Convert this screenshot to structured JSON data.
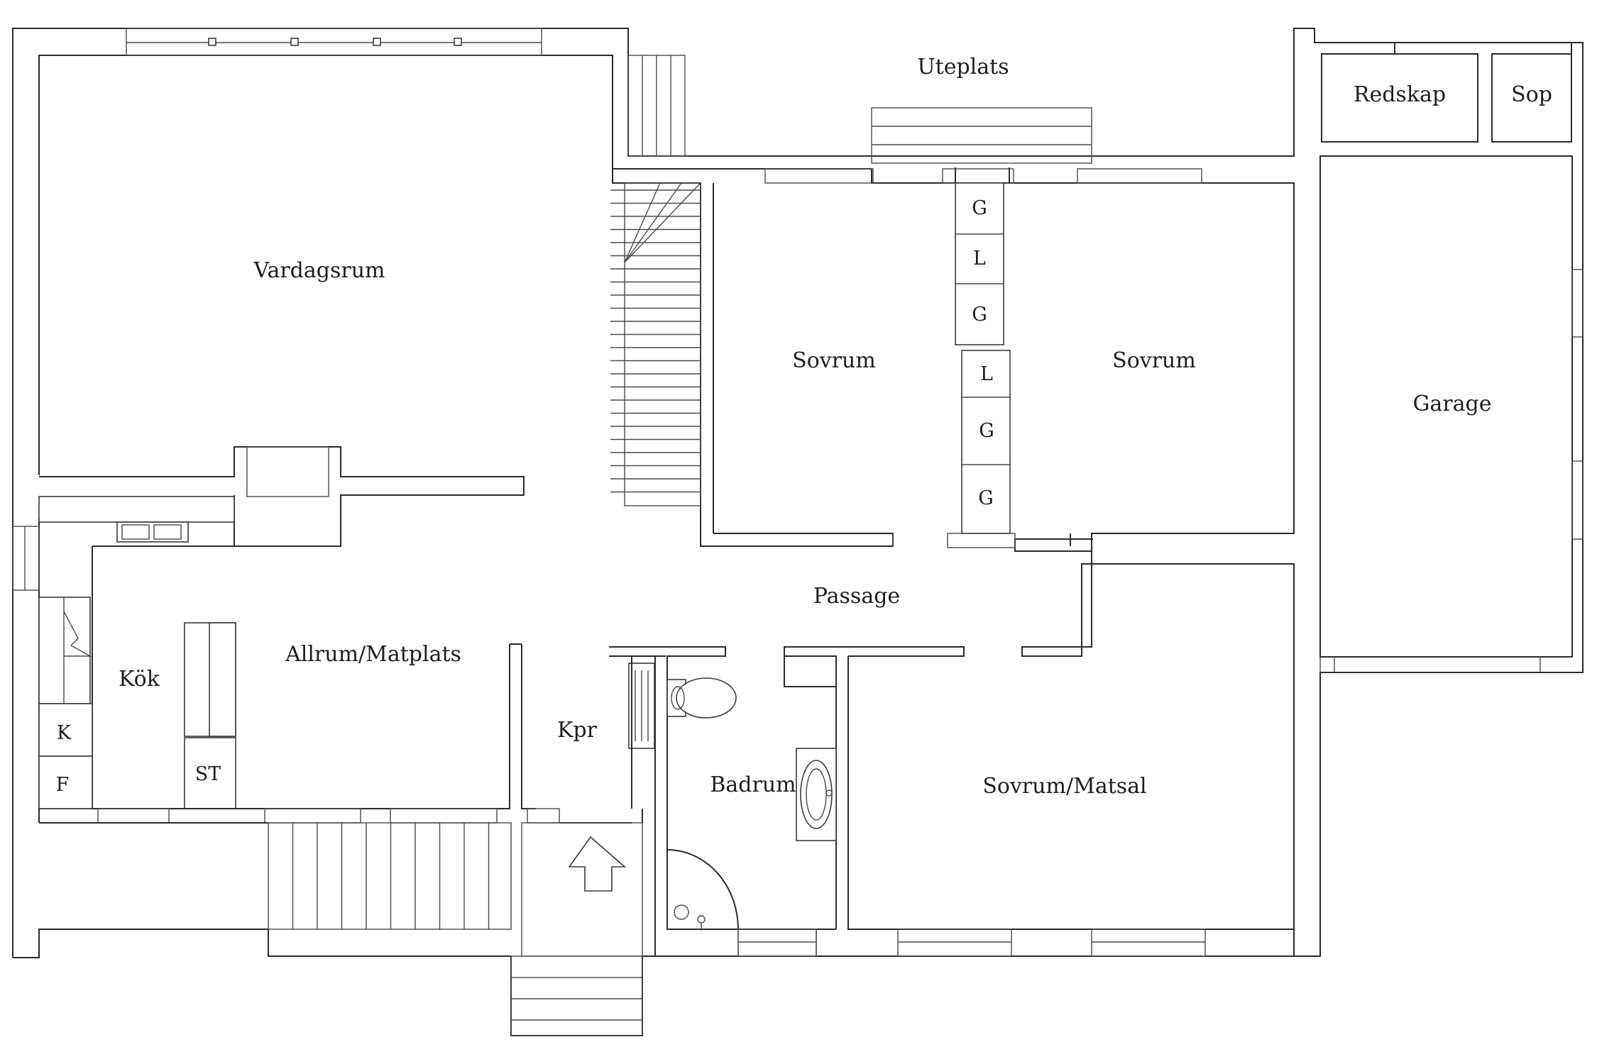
{
  "floorplan": {
    "rooms": {
      "uteplats": "Uteplats",
      "redskap": "Redskap",
      "sop": "Sop",
      "vardagsrum": "Vardagsrum",
      "sovrum_1": "Sovrum",
      "sovrum_2": "Sovrum",
      "garage": "Garage",
      "passage": "Passage",
      "allrum": "Allrum/Matplats",
      "kok": "Kök",
      "kpr": "Kpr",
      "badrum": "Badrum",
      "sovrum_matsal": "Sovrum/Matsal"
    },
    "fixtures": {
      "wardrobe_1": "G",
      "wardrobe_2": "L",
      "wardrobe_3": "G",
      "wardrobe_4": "L",
      "wardrobe_5": "G",
      "wardrobe_6": "G",
      "fridge": "K",
      "freezer": "F",
      "storage": "ST"
    }
  }
}
